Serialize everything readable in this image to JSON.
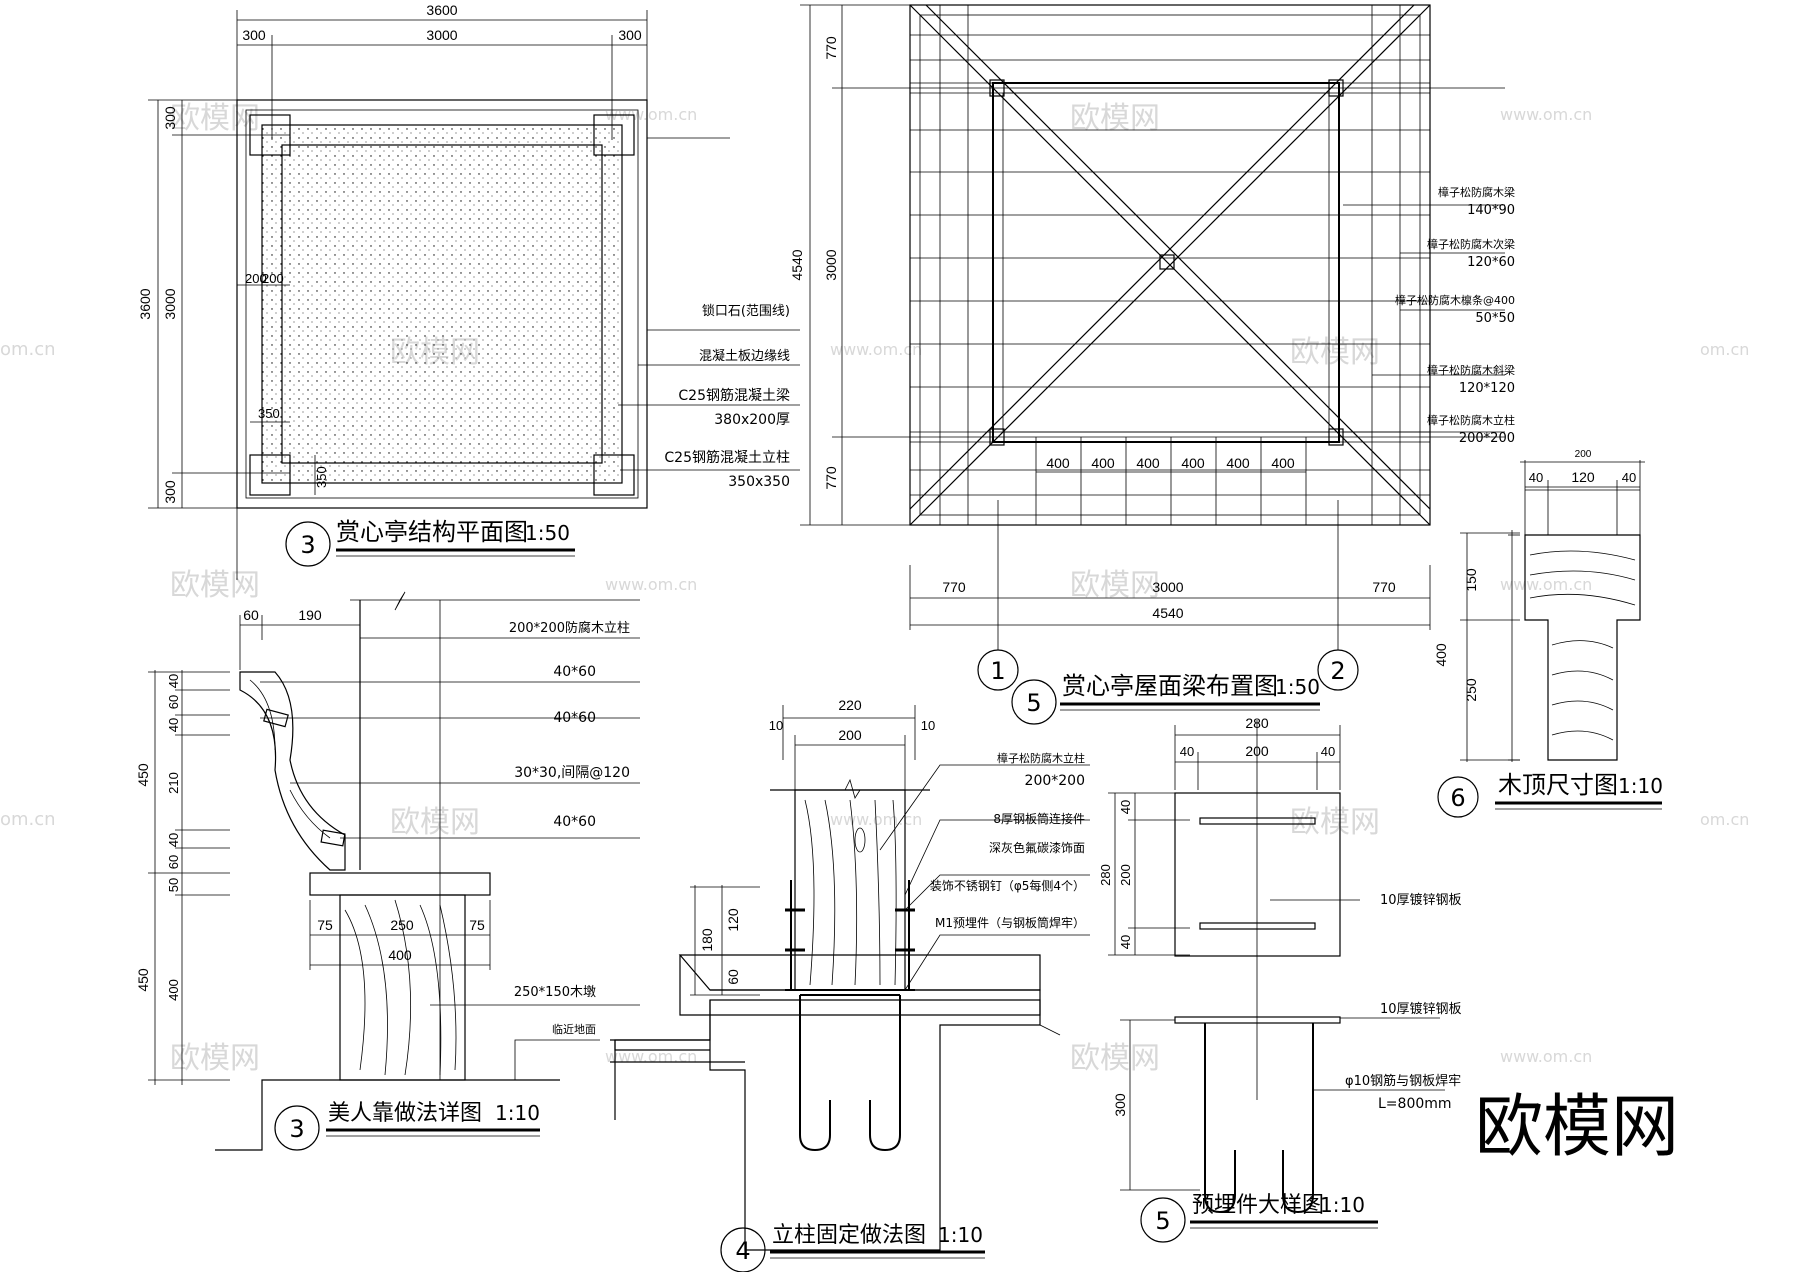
{
  "plan_structure": {
    "title": "赏心亭结构平面图",
    "scale": "1:50",
    "number": "3",
    "dims": {
      "overall_w": "3600",
      "left_m": "300",
      "mid_w": "3000",
      "right_m": "300",
      "overall_h": "3600",
      "top_m": "300",
      "mid_h": "3000",
      "bot_m": "300",
      "beam_a": "200",
      "beam_b": "200",
      "col_w": "350",
      "col_h": "350"
    },
    "labels": {
      "l1": "锁口石(范围线)",
      "l2": "混凝土板边缘线",
      "l3": "C25钢筋混凝土梁",
      "l3b": "380x200厚",
      "l4": "C25钢筋混凝土立柱",
      "l4b": "350x350"
    }
  },
  "plan_roof": {
    "title": "赏心亭屋面梁布置图",
    "scale": "1:50",
    "number": "5",
    "axis1": "1",
    "axis2": "2",
    "dims": {
      "top": "770",
      "mid": "3000",
      "bot": "770",
      "total_v": "4540",
      "left": "770",
      "hmid": "3000",
      "right": "770",
      "total_h": "4540",
      "spacing": [
        "400",
        "400",
        "400",
        "400",
        "400",
        "400"
      ]
    },
    "labels": {
      "a1": "樟子松防腐木梁",
      "a1b": "140*90",
      "a2": "樟子松防腐木次梁",
      "a2b": "120*60",
      "a3": "樟子松防腐木檩条@400",
      "a3b": "50*50",
      "a4": "樟子松防腐木斜梁",
      "a4b": "120*120",
      "a5": "樟子松防腐木立柱",
      "a5b": "200*200"
    }
  },
  "detail_bench": {
    "title": "美人靠做法详图",
    "scale": "1:10",
    "number": "3",
    "dims": {
      "w60": "60",
      "w190": "190",
      "h450a": "450",
      "h450b": "450",
      "s40a": "40",
      "s60a": "60",
      "s40b": "40",
      "s60b": "60",
      "s210": "210",
      "s40c": "40",
      "s60c": "60",
      "s50": "50",
      "s400": "400",
      "b75a": "75",
      "b250": "250",
      "b75b": "75",
      "b400": "400"
    },
    "labels": {
      "l1": "200*200防腐木立柱",
      "l2": "40*60",
      "l3": "40*60",
      "l4": "30*30,间隔@120",
      "l5": "40*60",
      "l6": "250*150木墩",
      "l7": "临近地面"
    }
  },
  "detail_post": {
    "title": "立柱固定做法图",
    "scale": "1:10",
    "number": "4",
    "dims": {
      "w220": "220",
      "w200": "200",
      "w10a": "10",
      "w10b": "10",
      "h180": "180",
      "h120": "120",
      "h60": "60"
    },
    "labels": {
      "l1": "樟子松防腐木立柱",
      "l1b": "200*200",
      "l2": "8厚钢板筒连接件",
      "l2b": "深灰色氟碳漆饰面",
      "l3": "装饰不锈钢钉（φ5每侧4个）",
      "l4": "M1预埋件（与钢板筒焊牢）"
    }
  },
  "detail_embed": {
    "title": "预埋件大样图",
    "scale": "1:10",
    "number": "5",
    "dims": {
      "w280": "280",
      "w40a": "40",
      "w200": "200",
      "w40b": "40",
      "h40a": "40",
      "h200": "200",
      "h40b": "40",
      "h280": "280",
      "h300": "300"
    },
    "labels": {
      "l1": "10厚镀锌钢板",
      "l2": "10厚镀锌钢板",
      "l3": "φ10钢筋与钢板焊牢",
      "l3b": "L=800mm"
    }
  },
  "detail_top": {
    "title": "木顶尺寸图",
    "scale": "1:10",
    "number": "6",
    "dims": {
      "w200": "200",
      "w40a": "40",
      "w120": "120",
      "w40b": "40",
      "h150": "150",
      "h400": "400",
      "h250": "250"
    }
  },
  "watermark": {
    "brand": "欧模网",
    "url": "www.om.cn",
    "url_short": "om.cn"
  }
}
